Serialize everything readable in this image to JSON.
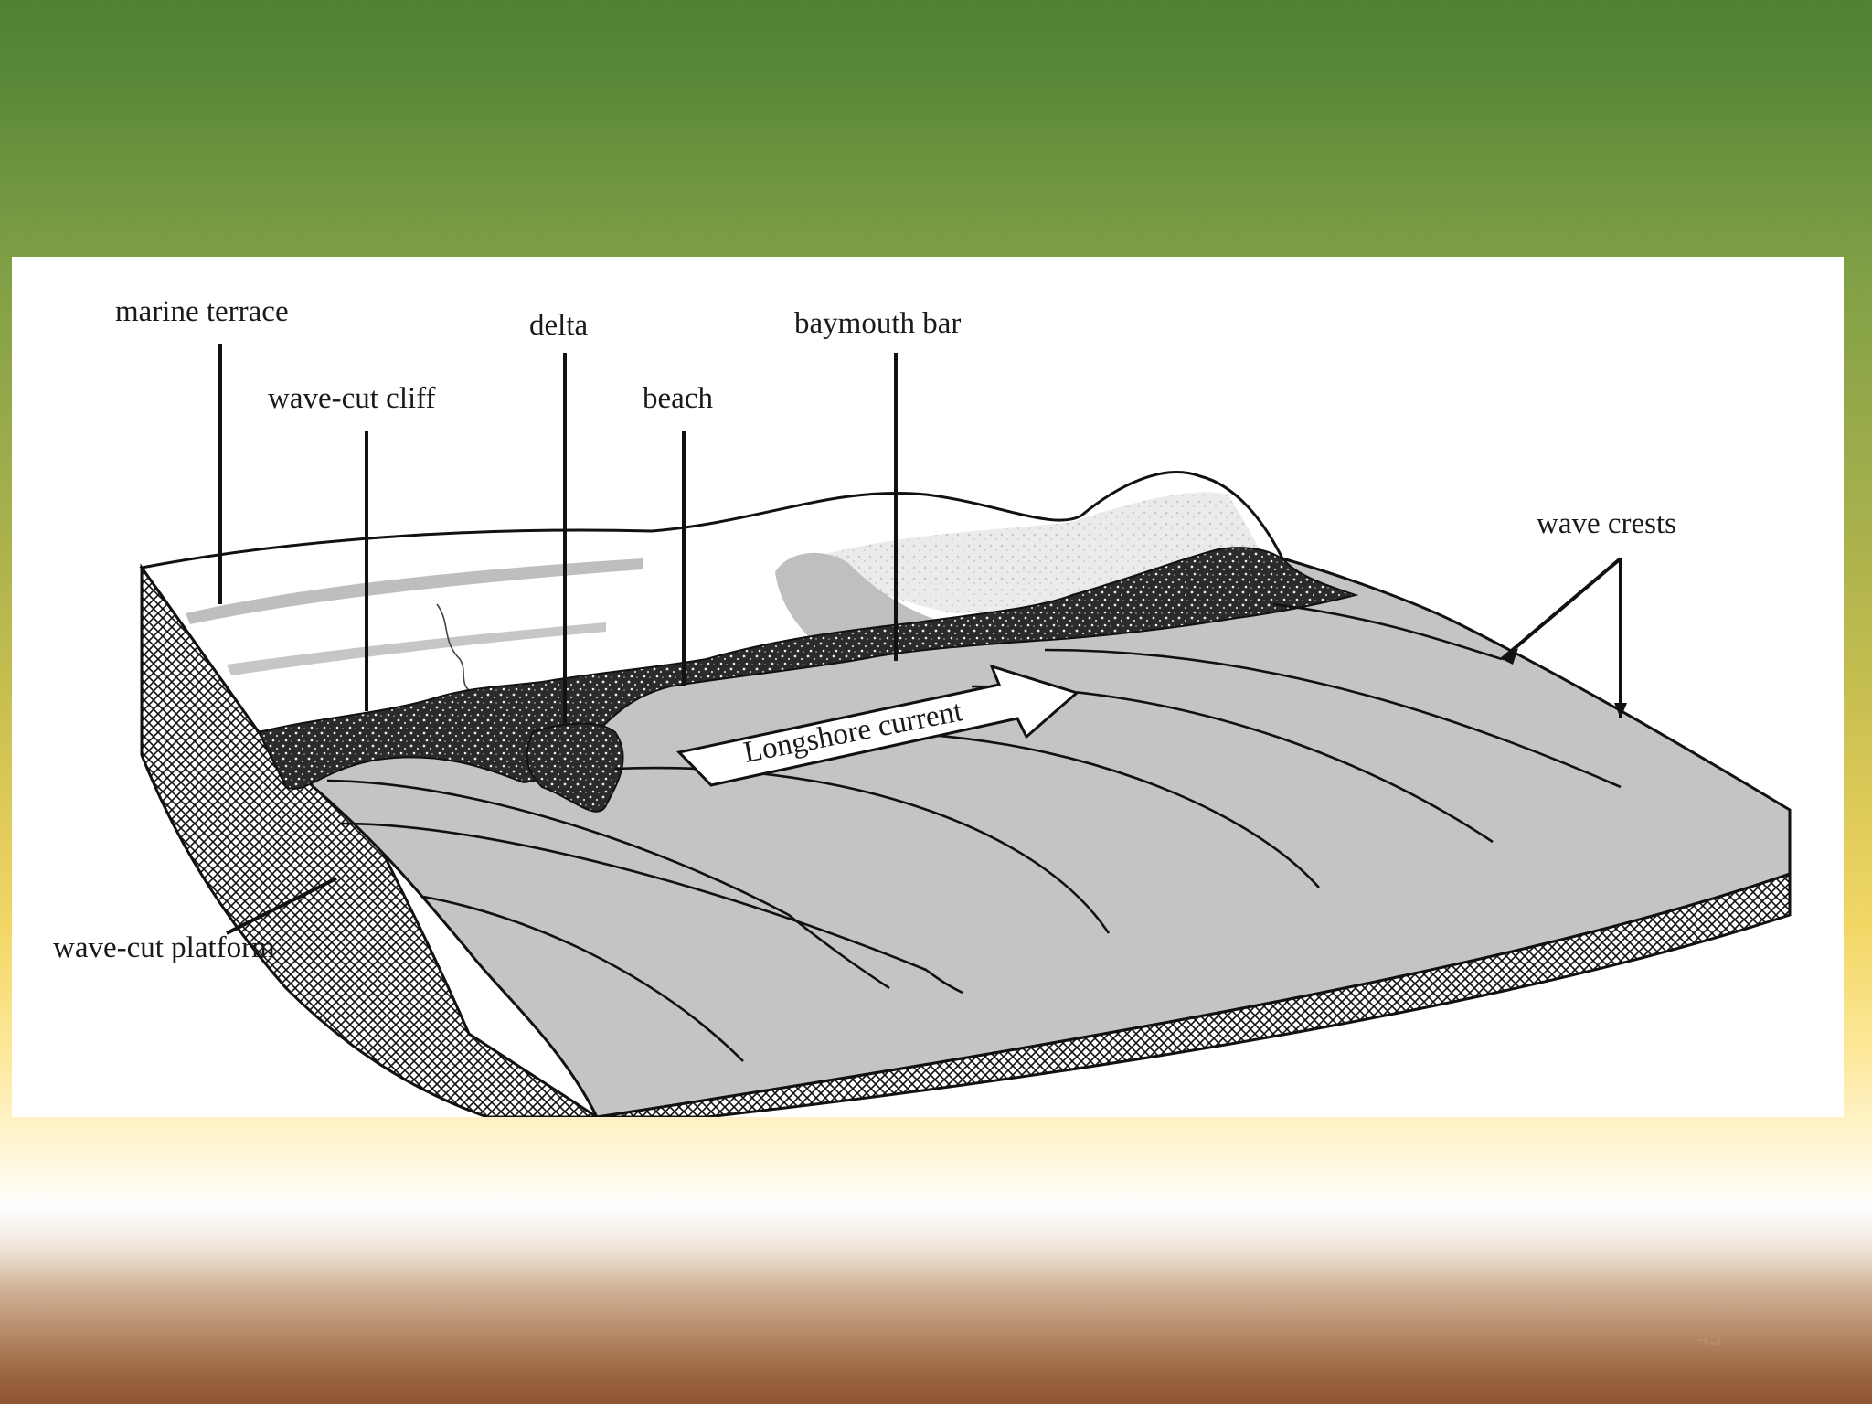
{
  "diagram": {
    "labels": {
      "marine_terrace": "marine terrace",
      "wave_cut_cliff": "wave-cut cliff",
      "delta": "delta",
      "beach": "beach",
      "baymouth_bar": "baymouth bar",
      "wave_crests": "wave crests",
      "longshore_current": "Longshore current",
      "wave_cut_platform": "wave-cut platform"
    }
  },
  "slide": {
    "page_number": "45"
  },
  "colors": {
    "sea": "#c4c4c4",
    "land": "#ffffff",
    "gravel": "#2a2a2a",
    "ink": "#111111"
  }
}
